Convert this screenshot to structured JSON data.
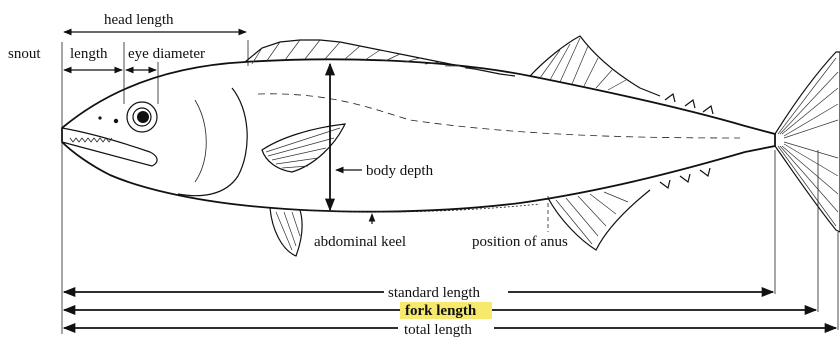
{
  "labels": {
    "head_length": "head length",
    "snout": "snout",
    "length": "length",
    "eye_diameter": "eye diameter",
    "body_depth": "body depth",
    "abdominal_keel": "abdominal keel",
    "position_of_anus": "position of anus",
    "standard_length": "standard length",
    "fork_length": "fork length",
    "total_length": "total length"
  },
  "colors": {
    "ink": "#111111",
    "highlight": "#f6e96b",
    "background": "#ffffff"
  },
  "highlighted_label": "fork length"
}
